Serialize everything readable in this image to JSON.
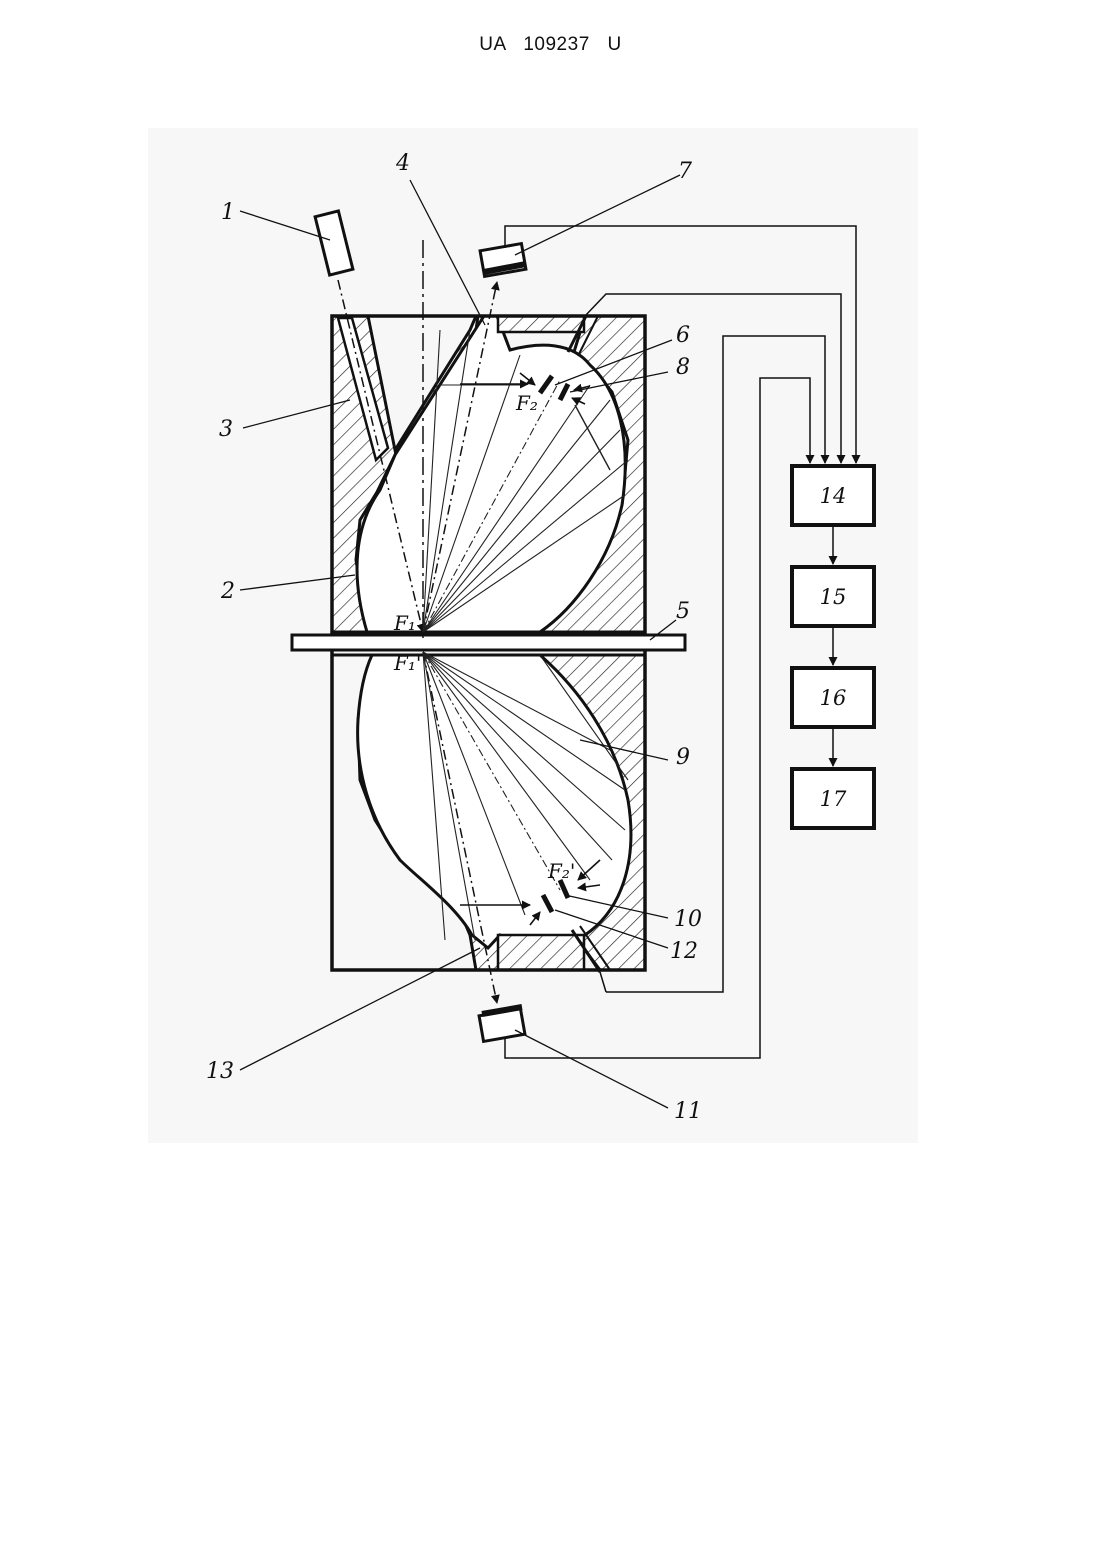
{
  "header": {
    "doc_number": "UA   109237   U"
  },
  "labels": {
    "n1": "1",
    "n2": "2",
    "n3": "3",
    "n4": "4",
    "n5": "5",
    "n6": "6",
    "n7": "7",
    "n8": "8",
    "n9": "9",
    "n10": "10",
    "n11": "11",
    "n12": "12",
    "n13": "13"
  },
  "focus_labels": {
    "f1_top": "F₁",
    "f1_bottom": "F₁'",
    "f2_top": "F₂",
    "f2_bottom": "F₂'"
  },
  "blocks": [
    "14",
    "15",
    "16",
    "17"
  ]
}
